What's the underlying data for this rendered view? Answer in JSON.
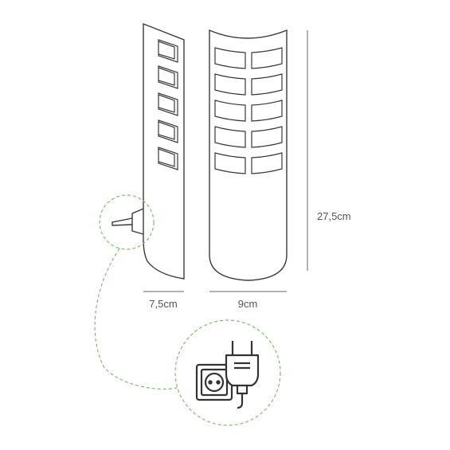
{
  "dimensions": {
    "side_width": "7,5cm",
    "front_width": "9cm",
    "height": "27,5cm"
  },
  "colors": {
    "line": "#3a3a3a",
    "dimension_line": "#666666",
    "highlight_dashed": "#7cc06a"
  },
  "icons": [
    "plug-icon",
    "power-outlet-icon"
  ]
}
